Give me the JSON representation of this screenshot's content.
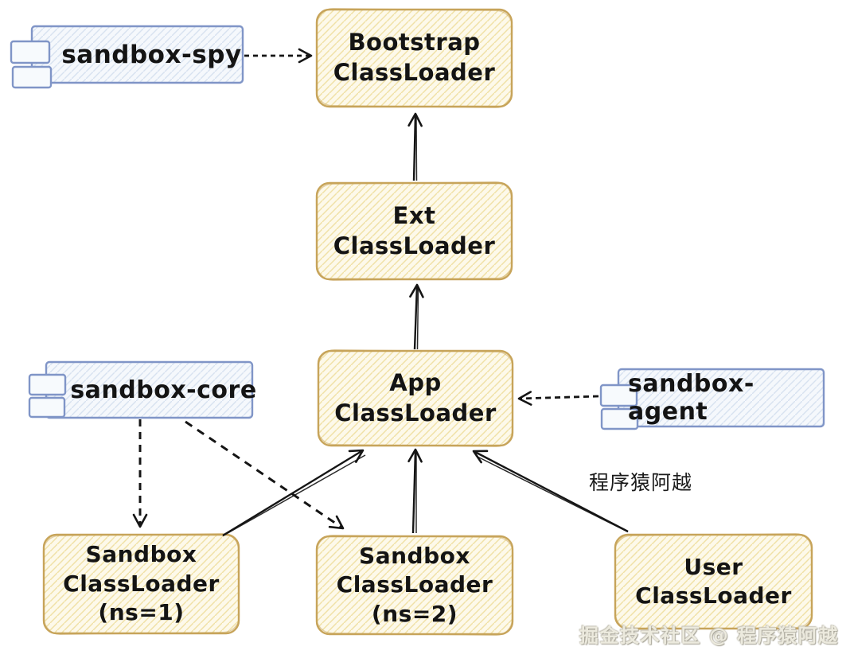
{
  "diagram": {
    "classloader_nodes": [
      {
        "id": "bootstrap-classloader",
        "label": "Bootstrap\nClassLoader"
      },
      {
        "id": "ext-classloader",
        "label": "Ext\nClassLoader"
      },
      {
        "id": "app-classloader",
        "label": "App\nClassLoader"
      },
      {
        "id": "sandbox-classloader-ns1",
        "label": "Sandbox\nClassLoader\n(ns=1)"
      },
      {
        "id": "sandbox-classloader-ns2",
        "label": "Sandbox\nClassLoader\n(ns=2)"
      },
      {
        "id": "user-classloader",
        "label": "User\nClassLoader"
      }
    ],
    "components": [
      {
        "id": "sandbox-spy",
        "label": "sandbox-spy"
      },
      {
        "id": "sandbox-core",
        "label": "sandbox-core"
      },
      {
        "id": "sandbox-agent",
        "label": "sandbox-agent"
      }
    ],
    "edges": [
      {
        "from": "sandbox-spy",
        "to": "bootstrap-classloader",
        "style": "dashed"
      },
      {
        "from": "ext-classloader",
        "to": "bootstrap-classloader",
        "style": "solid"
      },
      {
        "from": "app-classloader",
        "to": "ext-classloader",
        "style": "solid"
      },
      {
        "from": "sandbox-agent",
        "to": "app-classloader",
        "style": "dashed"
      },
      {
        "from": "sandbox-core",
        "to": "sandbox-classloader-ns1",
        "style": "dashed"
      },
      {
        "from": "sandbox-core",
        "to": "sandbox-classloader-ns2",
        "style": "dashed"
      },
      {
        "from": "sandbox-classloader-ns1",
        "to": "app-classloader",
        "style": "solid"
      },
      {
        "from": "sandbox-classloader-ns2",
        "to": "app-classloader",
        "style": "solid"
      },
      {
        "from": "user-classloader",
        "to": "app-classloader",
        "style": "solid"
      }
    ],
    "annotation": "程序猿阿越",
    "watermark": "掘金技术社区 @ 程序猿阿越",
    "colors": {
      "node_border": "#c7a45a",
      "node_fill": "#fdf9ea",
      "node_hatch": "#f0e1a6",
      "component_border": "#8095c7",
      "component_fill": "#f5f8fc",
      "component_hatch": "#d8e2f0",
      "arrow": "#151515",
      "text": "#141414"
    }
  }
}
